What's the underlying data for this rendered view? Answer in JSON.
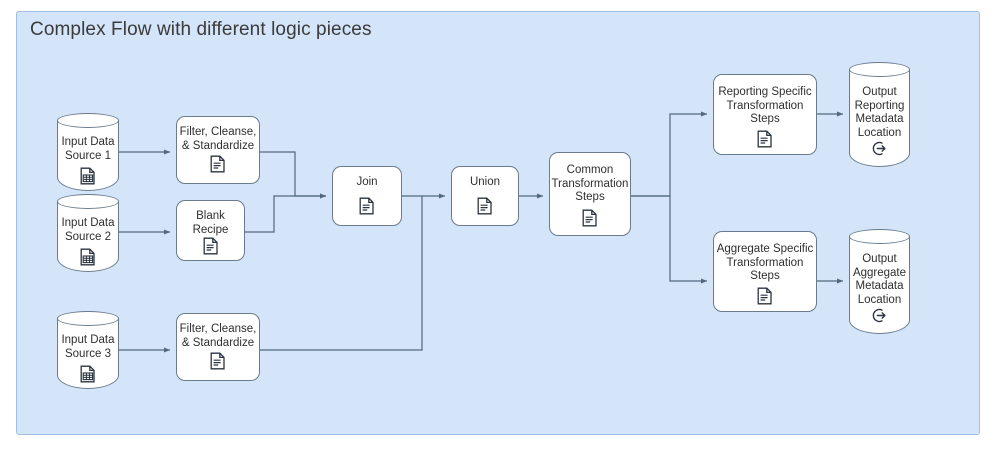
{
  "diagram": {
    "title": "Complex Flow with different logic pieces",
    "panel_color": "#d4e4f9",
    "panel_border_color": "#9fc0e4",
    "node_fill": "#ffffff",
    "node_border_color": "#6a7b8c",
    "connector_color": "#51687e",
    "text_color": "#2f2f2f",
    "title_color": "#3b3b3b"
  },
  "nodes": {
    "source1": {
      "label": "Input Data\nSource 1",
      "icon": "spreadsheet-icon",
      "shape": "cylinder"
    },
    "source2": {
      "label": "Input Data\nSource 2",
      "icon": "spreadsheet-icon",
      "shape": "cylinder"
    },
    "source3": {
      "label": "Input Data\nSource 3",
      "icon": "spreadsheet-icon",
      "shape": "cylinder"
    },
    "filter1": {
      "label": "Filter, Cleanse,\n& Standardize",
      "icon": "document-icon",
      "shape": "box"
    },
    "blank_recipe": {
      "label": "Blank\nRecipe",
      "icon": "document-icon",
      "shape": "box"
    },
    "filter3": {
      "label": "Filter, Cleanse,\n& Standardize",
      "icon": "document-icon",
      "shape": "box"
    },
    "join": {
      "label": "Join",
      "icon": "document-icon",
      "shape": "box"
    },
    "union": {
      "label": "Union",
      "icon": "document-icon",
      "shape": "box"
    },
    "common": {
      "label": "Common\nTransformation\nSteps",
      "icon": "document-icon",
      "shape": "box"
    },
    "reporting": {
      "label": "Reporting Specific\nTransformation\nSteps",
      "icon": "document-icon",
      "shape": "box"
    },
    "aggregate": {
      "label": "Aggregate Specific\nTransformation\nSteps",
      "icon": "document-icon",
      "shape": "box"
    },
    "out_reporting": {
      "label": "Output\nReporting\nMetadata\nLocation",
      "icon": "export-icon",
      "shape": "cylinder"
    },
    "out_aggregate": {
      "label": "Output\nAggregate\nMetadata\nLocation",
      "icon": "export-icon",
      "shape": "cylinder"
    }
  },
  "edges": [
    {
      "from": "source1",
      "to": "filter1"
    },
    {
      "from": "source2",
      "to": "blank_recipe"
    },
    {
      "from": "source3",
      "to": "filter3"
    },
    {
      "from": "filter1",
      "to": "join"
    },
    {
      "from": "blank_recipe",
      "to": "join"
    },
    {
      "from": "join",
      "to": "union"
    },
    {
      "from": "filter3",
      "to": "union"
    },
    {
      "from": "union",
      "to": "common"
    },
    {
      "from": "common",
      "to": "reporting"
    },
    {
      "from": "common",
      "to": "aggregate"
    },
    {
      "from": "reporting",
      "to": "out_reporting"
    },
    {
      "from": "aggregate",
      "to": "out_aggregate"
    }
  ]
}
